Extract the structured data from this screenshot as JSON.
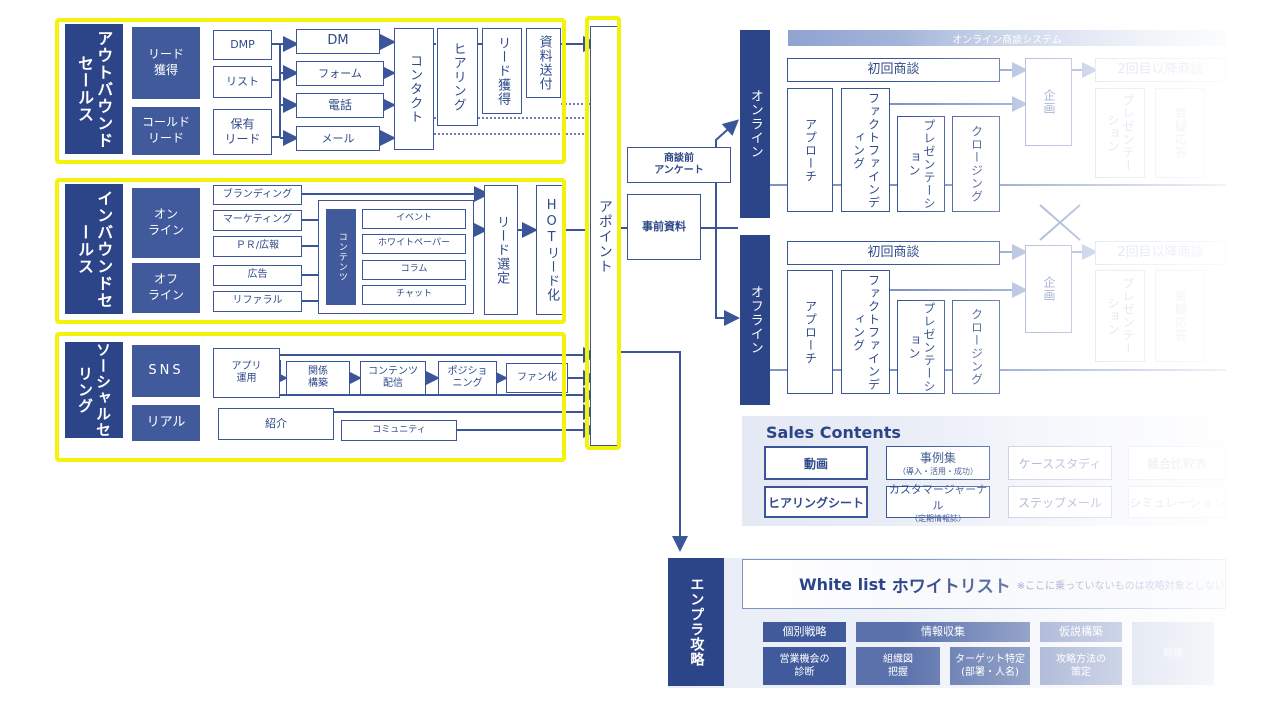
{
  "left": {
    "outbound": {
      "label": "アウトバウンドセールス",
      "lead_get": "リード\n獲得",
      "cold_lead": "コールド\nリード",
      "dmp": "DMP",
      "list": "リスト",
      "owned_lead": "保有\nリード",
      "dm": "DM",
      "form": "フォーム",
      "phone": "電話",
      "mail": "メール",
      "contact": "コンタクト",
      "hearing": "ヒアリング",
      "lead_acq": "リード獲得",
      "doc_send": "資料送付"
    },
    "inbound": {
      "label": "インバウンドセールス",
      "online": "オン\nライン",
      "offline": "オフ\nライン",
      "branding": "ブランディング",
      "marketing": "マーケティング",
      "pr": "ＰＲ/広報",
      "ad": "広告",
      "referral": "リファラル",
      "contents": "コンテンツ",
      "event": "イベント",
      "whitepaper": "ホワイトペーパー",
      "column": "コラム",
      "chat": "チャット",
      "lead_select": "リード選定",
      "hot_lead": "HOTリード化"
    },
    "social": {
      "label": "ソーシャルセリング",
      "sns": "SNS",
      "real": "リアル",
      "app_ops": "アプリ\n運用",
      "relation": "関係\n構築",
      "content_delivery": "コンテンツ\n配信",
      "positioning": "ポジショ\nニング",
      "fan": "ファン化",
      "intro": "紹介",
      "community": "コミュニティ"
    },
    "appoint": "アポイント"
  },
  "middle": {
    "pre_survey": "商談前\nアンケート",
    "pre_material": "事前資料"
  },
  "right": {
    "system_title": "オンライン商談システム",
    "online": "オンライン",
    "offline": "オフライン",
    "first_meeting": "初回商談",
    "second_meeting": "2回目以降商談",
    "approach": "アプローチ",
    "fact_finding": "ファクトファインディング",
    "presentation": "プレゼンテーション",
    "closing": "クロージング",
    "planning": "企画",
    "qa": "質疑応答"
  },
  "sales_contents": {
    "title": "Sales Contents",
    "video": "動画",
    "case_studies": "事例集",
    "case_studies_sub": "（導入・活用・成功）",
    "case_study": "ケーススタディ",
    "competitor": "競合比較表",
    "hearing_sheet": "ヒアリングシート",
    "customer_journal": "カスタマージャーナル",
    "customer_journal_sub": "（定期情報誌）",
    "step_mail": "ステップメール",
    "simulation": "シミュレーション"
  },
  "enterprise": {
    "label": "エンプラ攻略",
    "white_list_en": "White list",
    "white_list_jp": "ホワイトリスト",
    "white_list_note": "※ここに乗っていないものは攻略対象としない顧客",
    "individual_strategy": "個別戦略",
    "info_collect": "情報収集",
    "hypothesis": "仮説構築",
    "diagnosis": "営業機会の\n診断",
    "org_chart": "組織図\n把握",
    "target": "ターゲット特定\n(部署・人名)",
    "method": "攻略方法の\n策定",
    "meeting": "商談"
  },
  "colors": {
    "dark": "#2c4488",
    "mid": "#405a9c",
    "highlight": "#f2f20a"
  }
}
